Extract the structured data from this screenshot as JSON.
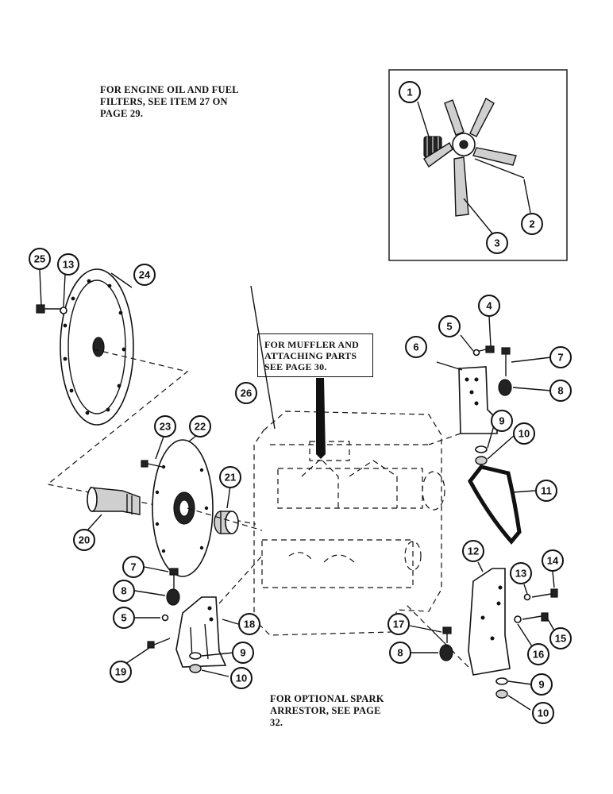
{
  "notes": {
    "filters": [
      "FOR ENGINE OIL AND FUEL",
      "FILTERS, SEE ITEM 27 ON",
      "PAGE 29."
    ],
    "muffler": [
      "FOR MUFFLER AND",
      "ATTACHING PARTS",
      "SEE PAGE 30."
    ],
    "spark": [
      "FOR OPTIONAL SPARK",
      "ARRESTOR, SEE PAGE",
      "32."
    ]
  },
  "callouts": [
    {
      "id": "1",
      "label": "1"
    },
    {
      "id": "2",
      "label": "2"
    },
    {
      "id": "3",
      "label": "3"
    },
    {
      "id": "4",
      "label": "4"
    },
    {
      "id": "5a",
      "label": "5"
    },
    {
      "id": "6",
      "label": "6"
    },
    {
      "id": "7a",
      "label": "7"
    },
    {
      "id": "8a",
      "label": "8"
    },
    {
      "id": "9a",
      "label": "9"
    },
    {
      "id": "10a",
      "label": "10"
    },
    {
      "id": "11",
      "label": "11"
    },
    {
      "id": "12",
      "label": "12"
    },
    {
      "id": "13a",
      "label": "13"
    },
    {
      "id": "14",
      "label": "14"
    },
    {
      "id": "15",
      "label": "15"
    },
    {
      "id": "16",
      "label": "16"
    },
    {
      "id": "17",
      "label": "17"
    },
    {
      "id": "8c",
      "label": "8"
    },
    {
      "id": "9c",
      "label": "9"
    },
    {
      "id": "10c",
      "label": "10"
    },
    {
      "id": "18",
      "label": "18"
    },
    {
      "id": "19",
      "label": "19"
    },
    {
      "id": "20",
      "label": "20"
    },
    {
      "id": "21",
      "label": "21"
    },
    {
      "id": "22",
      "label": "22"
    },
    {
      "id": "23",
      "label": "23"
    },
    {
      "id": "24",
      "label": "24"
    },
    {
      "id": "25",
      "label": "25"
    },
    {
      "id": "13b",
      "label": "13"
    },
    {
      "id": "26",
      "label": "26"
    },
    {
      "id": "7b",
      "label": "7"
    },
    {
      "id": "8b",
      "label": "8"
    },
    {
      "id": "5b",
      "label": "5"
    },
    {
      "id": "9b",
      "label": "9"
    },
    {
      "id": "10b",
      "label": "10"
    }
  ]
}
